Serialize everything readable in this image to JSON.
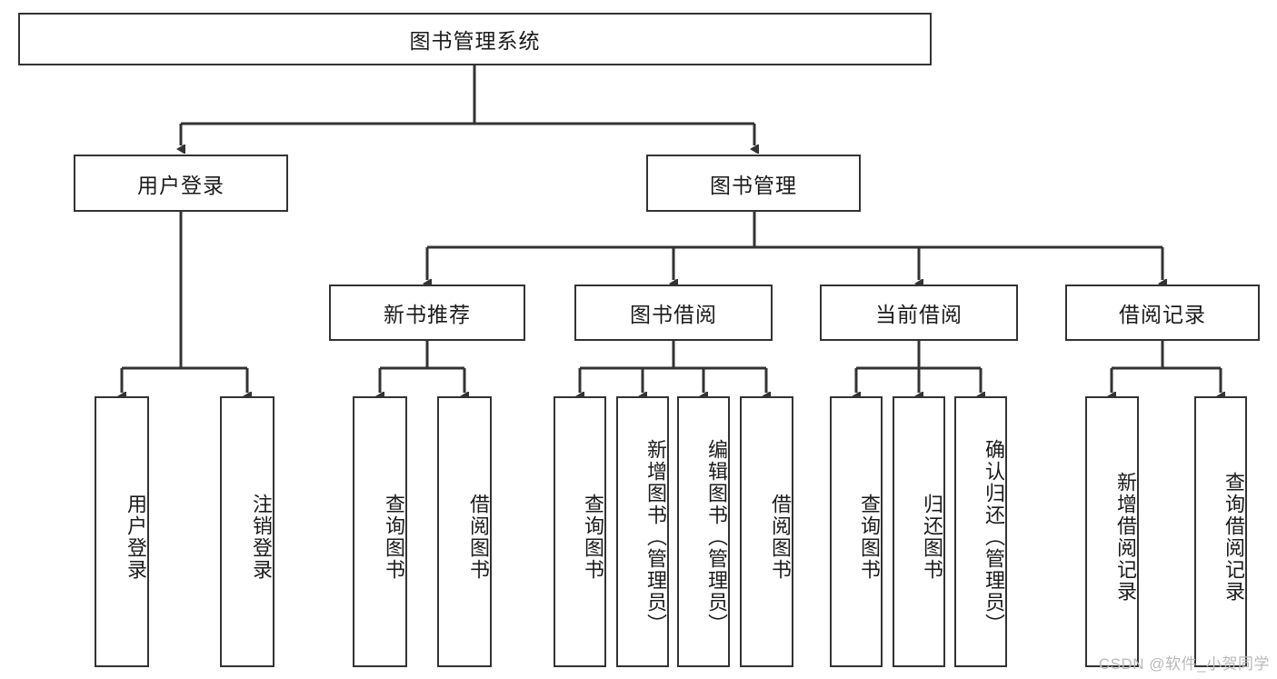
{
  "diagram": {
    "type": "tree-hierarchy",
    "title": "图书管理系统",
    "watermark": "CSDN @软件_小贺同学",
    "colors": {
      "box_border": "#333333",
      "box_fill": "#ffffff",
      "connector": "#333333",
      "text": "#1b1b1b",
      "watermark": "#b9b9b9",
      "background": "#ffffff"
    },
    "levels": {
      "root": {
        "label": "图书管理系统"
      },
      "level2": [
        {
          "label": "用户登录"
        },
        {
          "label": "图书管理"
        }
      ],
      "level3": [
        {
          "label": "新书推荐"
        },
        {
          "label": "图书借阅"
        },
        {
          "label": "当前借阅"
        },
        {
          "label": "借阅记录"
        }
      ],
      "leaves": [
        {
          "label": "用户登录",
          "parent": "用户登录"
        },
        {
          "label": "注销登录",
          "parent": "用户登录"
        },
        {
          "label": "查询图书",
          "parent": "新书推荐"
        },
        {
          "label": "借阅图书",
          "parent": "新书推荐"
        },
        {
          "label": "查询图书",
          "parent": "图书借阅"
        },
        {
          "label": "新增图书（管理员）",
          "parent": "图书借阅"
        },
        {
          "label": "编辑图书（管理员）",
          "parent": "图书借阅"
        },
        {
          "label": "借阅图书",
          "parent": "图书借阅"
        },
        {
          "label": "查询图书",
          "parent": "当前借阅"
        },
        {
          "label": "归还图书",
          "parent": "当前借阅"
        },
        {
          "label": "确认归还（管理员）",
          "parent": "当前借阅"
        },
        {
          "label": "新增借阅记录",
          "parent": "借阅记录"
        },
        {
          "label": "查询借阅记录",
          "parent": "借阅记录"
        }
      ]
    }
  }
}
